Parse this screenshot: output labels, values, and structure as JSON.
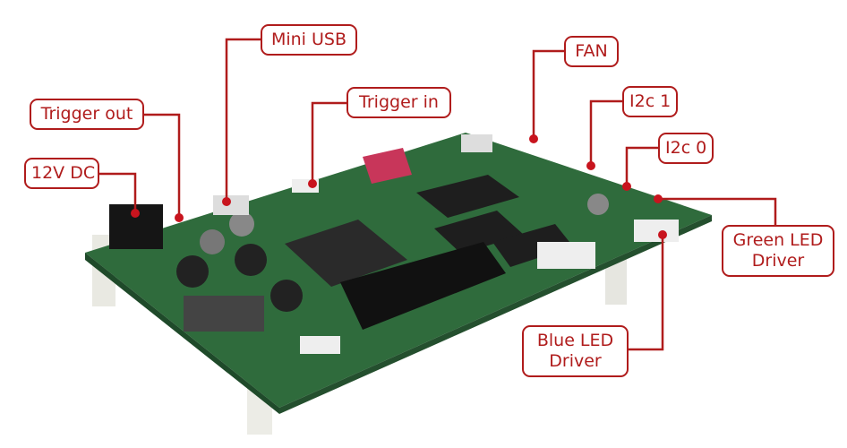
{
  "accent_color": "#b01c1c",
  "labels": {
    "mini_usb": "Mini USB",
    "trigger_out": "Trigger out",
    "dc_12v": "12V DC",
    "trigger_in": "Trigger in",
    "fan": "FAN",
    "i2c_1": "I2c 1",
    "i2c_0": "I2c 0",
    "green_led_line1": "Green LED",
    "green_led_line2": "Driver",
    "blue_led_line1": "Blue LED",
    "blue_led_line2": "Driver"
  }
}
